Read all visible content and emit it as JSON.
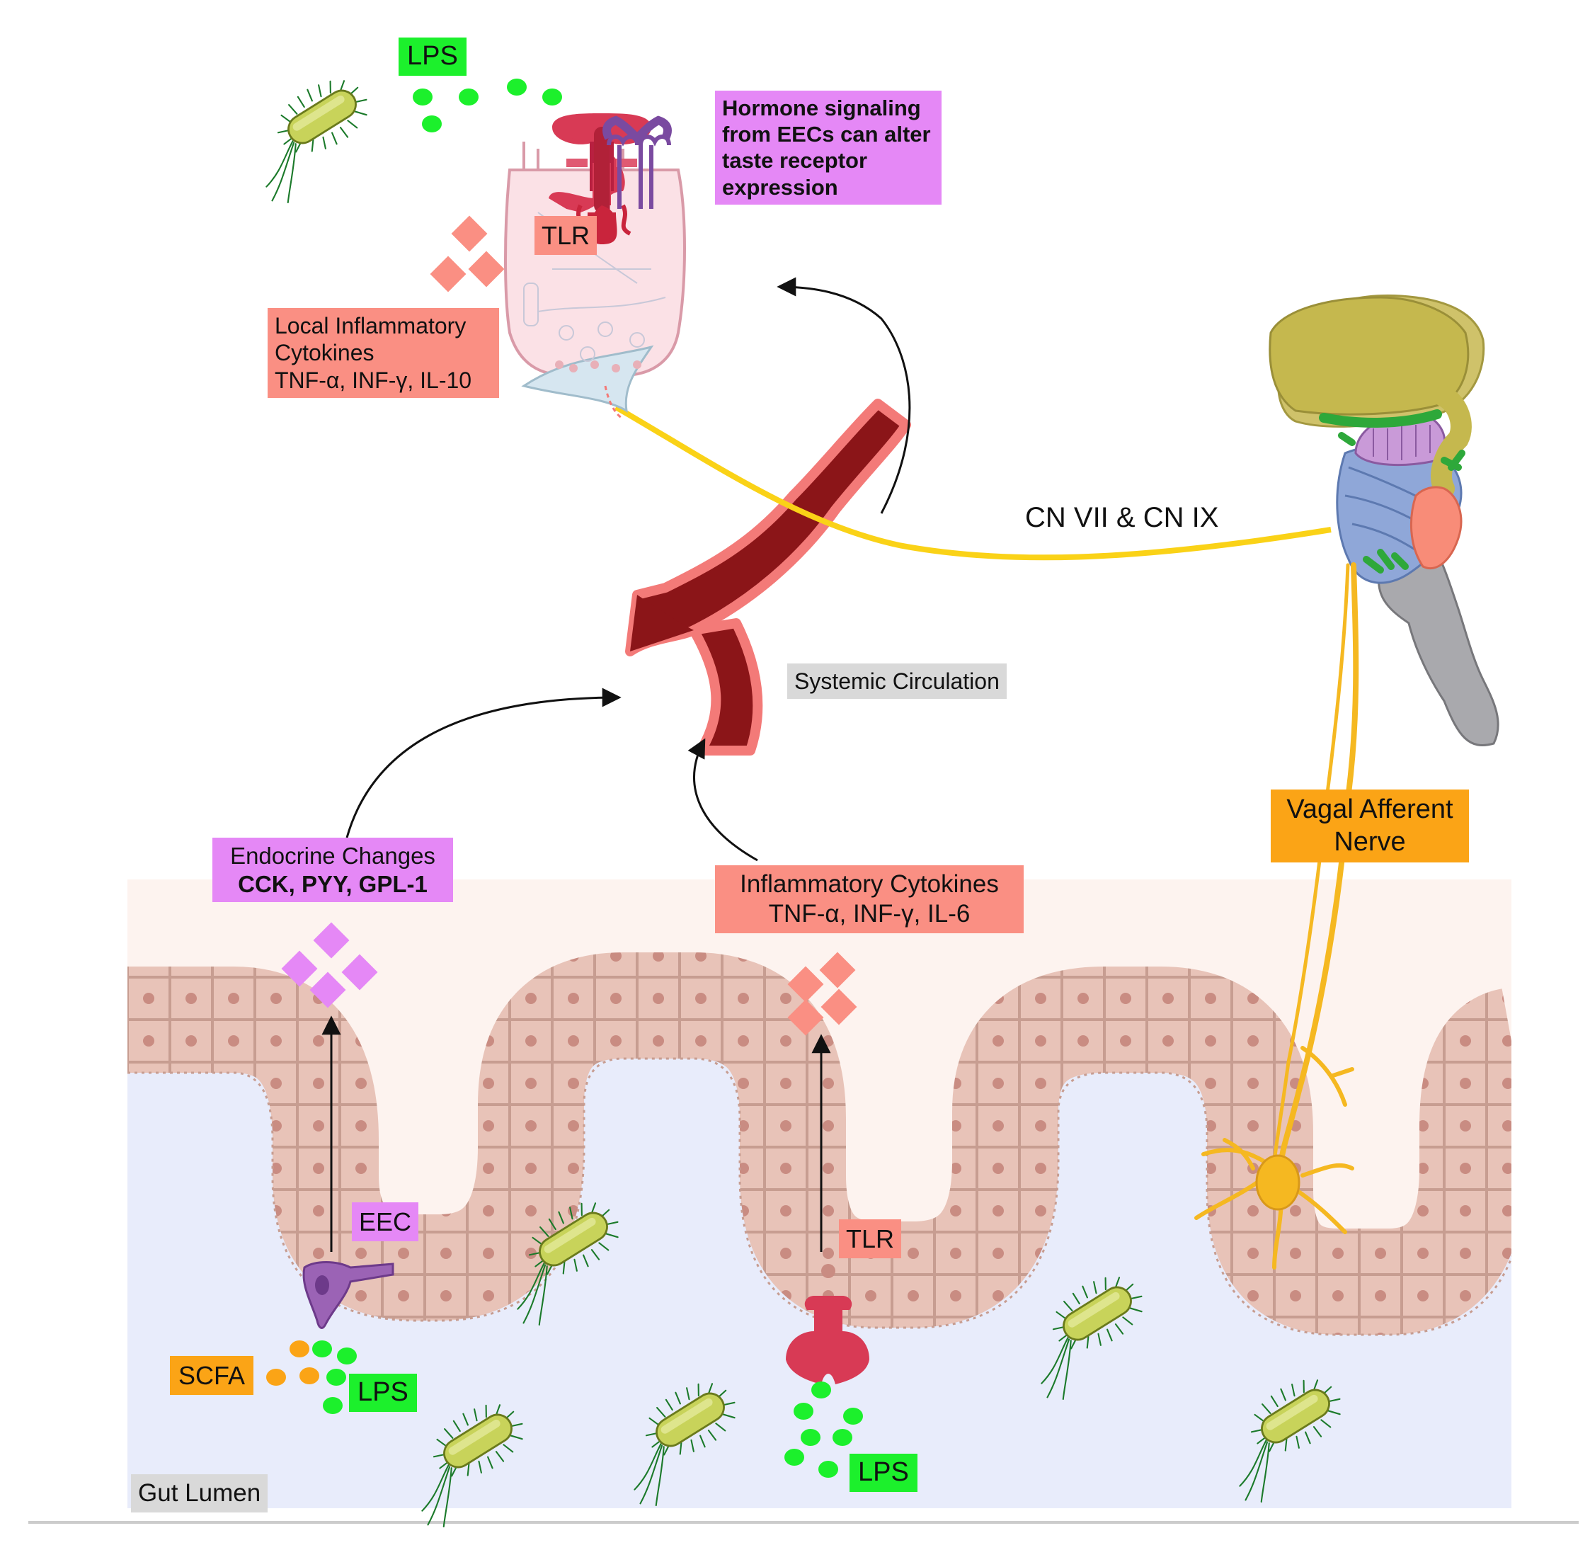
{
  "labels": {
    "lps_top": "LPS",
    "hormone_signaling": [
      "Hormone signaling",
      "from EECs can alter",
      "taste receptor",
      "expression"
    ],
    "tlr_top": "TLR",
    "local_inflammatory": [
      "Local Inflammatory",
      "Cytokines",
      "TNF-α, INF-γ, IL-10"
    ],
    "cranial_nerves": "CN VII & CN IX",
    "systemic_circulation": "Systemic Circulation",
    "vagal_afferent": [
      "Vagal Afferent",
      "Nerve"
    ],
    "endocrine_changes": [
      "Endocrine Changes",
      "CCK, PYY, GPL-1"
    ],
    "inflammatory_cytokines": [
      "Inflammatory Cytokines",
      "TNF-α, INF-γ, IL-6"
    ],
    "eec": "EEC",
    "tlr_bottom": "TLR",
    "scfa": "SCFA",
    "lps_bottom_left": "LPS",
    "lps_bottom_center": "LPS",
    "gut_lumen": "Gut Lumen"
  },
  "colors": {
    "lps": "#1cf02c",
    "cytokine": "#fa8f83",
    "endocrine": "#e588f6",
    "scfa": "#fba416",
    "nerve": "#fad217",
    "vagal": "#f5b821",
    "vessel": "#8b1518",
    "lumen": "#e8ecfb",
    "tissue": "#fdf3ef",
    "epithelium": "#e8c3b8",
    "bacterium_body": "#c8d35a",
    "flagella": "#1b7a2a"
  }
}
